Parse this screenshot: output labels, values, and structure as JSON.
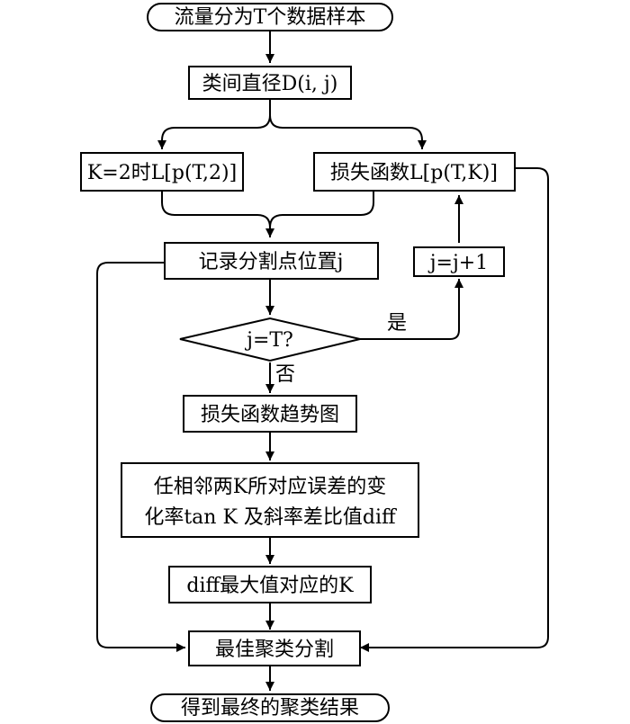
{
  "nodes": {
    "start": {
      "text": "流量分为T个数据样本"
    },
    "diameter": {
      "text": "类间直径D(i, j)"
    },
    "k2": {
      "text": "K=2时L[p(T,2)]"
    },
    "loss": {
      "text": "损失函数L[p(T,K)]"
    },
    "record": {
      "text": "记录分割点位置j"
    },
    "increment": {
      "text": "j=j+1"
    },
    "decision": {
      "text": "j=T?"
    },
    "trend": {
      "text": "损失函数趋势图"
    },
    "rate": {
      "line1": "任相邻两K所对应误差的变",
      "line2": "化率tan K 及斜率差比值diff"
    },
    "maxdiff": {
      "text": "diff最大值对应的K"
    },
    "best": {
      "text": "最佳聚类分割"
    },
    "end": {
      "text": "得到最终的聚类结果"
    }
  },
  "edge_labels": {
    "yes": "是",
    "no": "否"
  }
}
